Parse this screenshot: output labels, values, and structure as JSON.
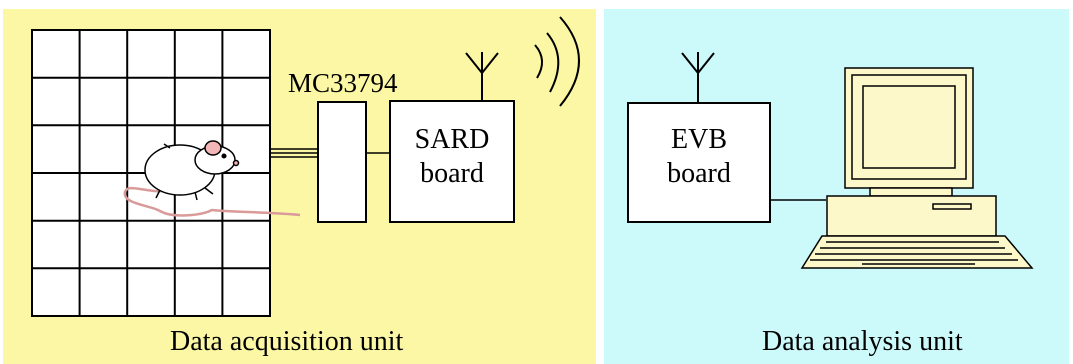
{
  "acquisition": {
    "chip_label": "MC33794",
    "sard_line1": "SARD",
    "sard_line2": "board",
    "caption": "Data acquisition unit"
  },
  "analysis": {
    "evb_line1": "EVB",
    "evb_line2": "board",
    "caption": "Data analysis unit"
  },
  "colors": {
    "acquisition_bg": "#fbf7a4",
    "analysis_bg": "#ccfafb",
    "computer_fill": "#fdf8c9"
  },
  "icons": [
    "mouse-icon",
    "antenna-icon",
    "radio-waves-icon",
    "computer-icon"
  ]
}
